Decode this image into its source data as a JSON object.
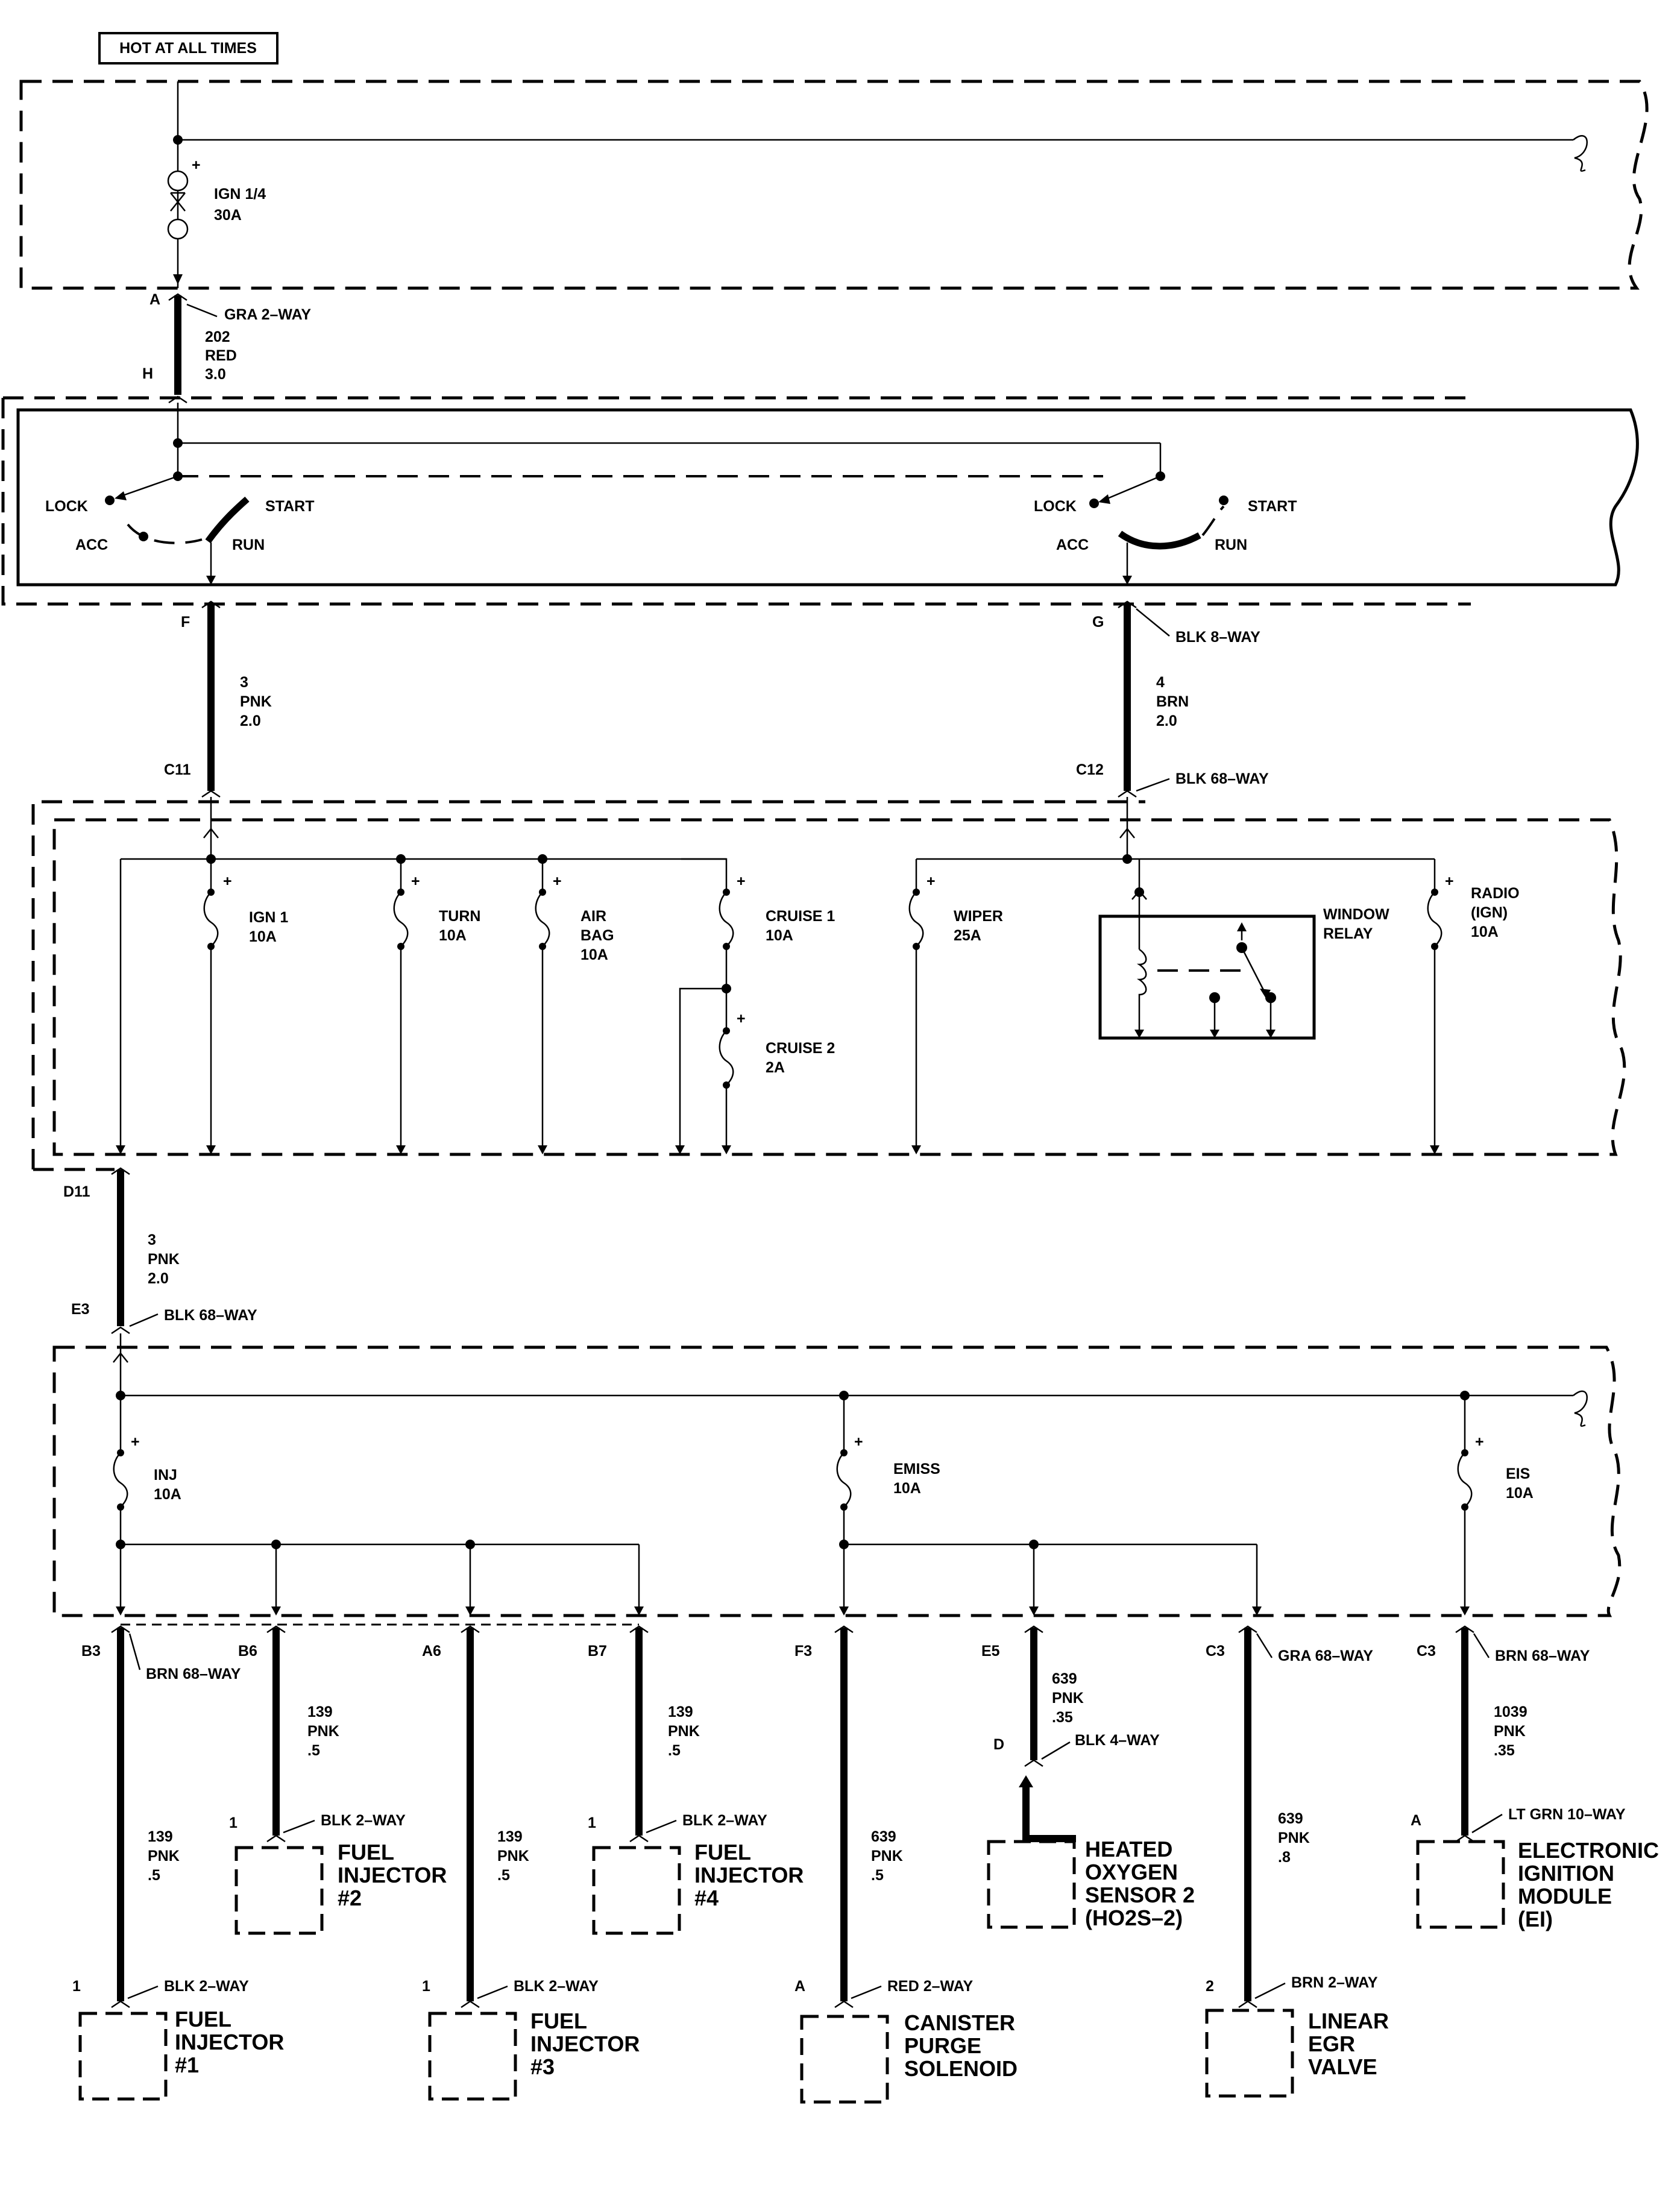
{
  "header": {
    "label": "HOT AT ALL TIMES"
  },
  "fuses_top": {
    "name": "IGN 1/4",
    "rating": "30A"
  },
  "connectors": {
    "gra2way": "GRA 2–WAY",
    "blk8way": "BLK 8–WAY",
    "blk68way_c12": "BLK 68–WAY",
    "blk68way_e3": "BLK 68–WAY",
    "brn68way_b3": "BRN 68–WAY",
    "gra68way": "GRA 68–WAY",
    "brn68way_c3": "BRN 68–WAY",
    "blk4way": "BLK 4–WAY",
    "ltgrn10way": "LT GRN 10–WAY",
    "blk2way_inj2": "BLK 2–WAY",
    "blk2way_inj4": "BLK 2–WAY",
    "blk2way_inj1": "BLK 2–WAY",
    "blk2way_inj3": "BLK 2–WAY",
    "red2way": "RED 2–WAY",
    "brn2way": "BRN 2–WAY"
  },
  "pins": {
    "A": "A",
    "H": "H",
    "F": "F",
    "G": "G",
    "C11": "C11",
    "C12": "C12",
    "D11": "D11",
    "E3": "E3",
    "B3": "B3",
    "B6": "B6",
    "A6": "A6",
    "B7": "B7",
    "F3": "F3",
    "E5": "E5",
    "C3a": "C3",
    "C3b": "C3",
    "inj2_pin": "1",
    "inj4_pin": "1",
    "inj1_pin": "1",
    "inj3_pin": "1",
    "ho2s_pin": "D",
    "ei_pin": "A",
    "canister_pin": "A",
    "egr_pin": "2"
  },
  "wires": {
    "w202": {
      "circuit": "202",
      "color": "RED",
      "gauge": "3.0"
    },
    "w3a": {
      "circuit": "3",
      "color": "PNK",
      "gauge": "2.0"
    },
    "w4": {
      "circuit": "4",
      "color": "BRN",
      "gauge": "2.0"
    },
    "w3b": {
      "circuit": "3",
      "color": "PNK",
      "gauge": "2.0"
    },
    "w139a": {
      "circuit": "139",
      "color": "PNK",
      "gauge": ".5"
    },
    "w139b": {
      "circuit": "139",
      "color": "PNK",
      "gauge": ".5"
    },
    "w139c": {
      "circuit": "139",
      "color": "PNK",
      "gauge": ".5"
    },
    "w139d": {
      "circuit": "139",
      "color": "PNK",
      "gauge": ".5"
    },
    "w639a": {
      "circuit": "639",
      "color": "PNK",
      "gauge": ".5"
    },
    "w639b": {
      "circuit": "639",
      "color": "PNK",
      "gauge": ".35"
    },
    "w639c": {
      "circuit": "639",
      "color": "PNK",
      "gauge": ".8"
    },
    "w1039": {
      "circuit": "1039",
      "color": "PNK",
      "gauge": ".35"
    }
  },
  "ignition_switch": {
    "left": {
      "lock": "LOCK",
      "acc": "ACC",
      "start": "START",
      "run": "RUN"
    },
    "right": {
      "lock": "LOCK",
      "acc": "ACC",
      "start": "START",
      "run": "RUN"
    }
  },
  "fuse_block": {
    "ign1": {
      "name": "IGN 1",
      "rating": "10A"
    },
    "turn": {
      "name": "TURN",
      "rating": "10A"
    },
    "airbag": {
      "name1": "AIR",
      "name2": "BAG",
      "rating": "10A"
    },
    "cruise1": {
      "name": "CRUISE 1",
      "rating": "10A"
    },
    "cruise2": {
      "name": "CRUISE 2",
      "rating": "2A"
    },
    "wiper": {
      "name": "WIPER",
      "rating": "25A"
    },
    "window_relay": {
      "line1": "WINDOW",
      "line2": "RELAY"
    },
    "radio": {
      "name1": "RADIO",
      "name2": "(IGN)",
      "rating": "10A"
    }
  },
  "engine_block": {
    "inj": {
      "name": "INJ",
      "rating": "10A"
    },
    "emiss": {
      "name": "EMISS",
      "rating": "10A"
    },
    "eis": {
      "name": "EIS",
      "rating": "10A"
    }
  },
  "components": {
    "inj2": [
      "FUEL",
      "INJECTOR",
      "#2"
    ],
    "inj4": [
      "FUEL",
      "INJECTOR",
      "#4"
    ],
    "inj1": [
      "FUEL",
      "INJECTOR",
      "#1"
    ],
    "inj3": [
      "FUEL",
      "INJECTOR",
      "#3"
    ],
    "ho2s": [
      "HEATED",
      "OXYGEN",
      "SENSOR 2",
      "(HO2S–2)"
    ],
    "ei": [
      "ELECTRONIC",
      "IGNITION",
      "MODULE",
      "(EI)"
    ],
    "canister": [
      "CANISTER",
      "PURGE",
      "SOLENOID"
    ],
    "egr": [
      "LINEAR",
      "EGR",
      "VALVE"
    ]
  }
}
